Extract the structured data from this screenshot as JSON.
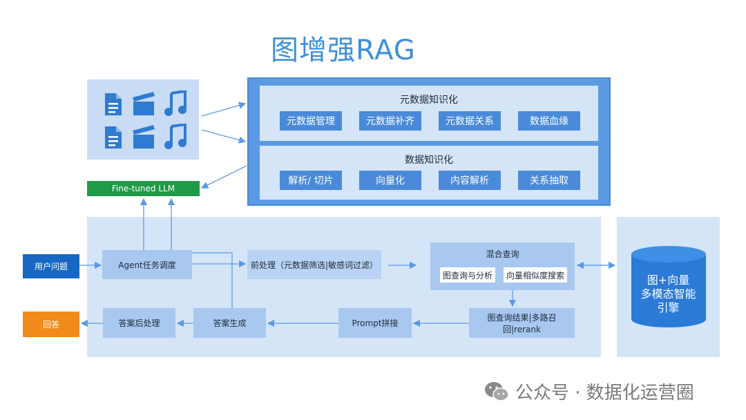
{
  "title": "图增强RAG",
  "top": {
    "icons": [
      "document-icon",
      "film-icon",
      "music-icon",
      "document-icon",
      "film-icon",
      "music-icon"
    ],
    "metadata": {
      "title": "元数据知识化",
      "items": [
        "元数据管理",
        "元数据补齐",
        "元数据关系",
        "数据血缘"
      ]
    },
    "data": {
      "title": "数据知识化",
      "items": [
        "解析/ 切片",
        "向量化",
        "内容解析",
        "关系抽取"
      ]
    }
  },
  "llm_label": "Fine-tuned LLM",
  "flow": {
    "user_question": "用户问题",
    "agent": "Agent任务调度",
    "preprocess": "前处理（元数据筛选|敏感词过滤）",
    "mixed_query": {
      "title": "混合查询",
      "items": [
        "图查询与分析",
        "向量相似度搜索"
      ]
    },
    "results": "图查询结果|多路召回|rerank",
    "prompt": "Prompt拼接",
    "answer_gen": "答案生成",
    "post_process": "答案后处理",
    "answer": "回答"
  },
  "engine": {
    "lines": [
      "图+向量",
      "多模态智能",
      "引擎"
    ]
  },
  "footer": {
    "text": "公众号 · 数据化运营圈"
  },
  "colors": {
    "title": "#3f8fd8",
    "panel": "#d5e5f8",
    "chip": "#4a8ad8",
    "llm": "#1f9b48",
    "user": "#1668c4",
    "answer": "#f28a1a",
    "arrow": "#5b9ae3"
  }
}
